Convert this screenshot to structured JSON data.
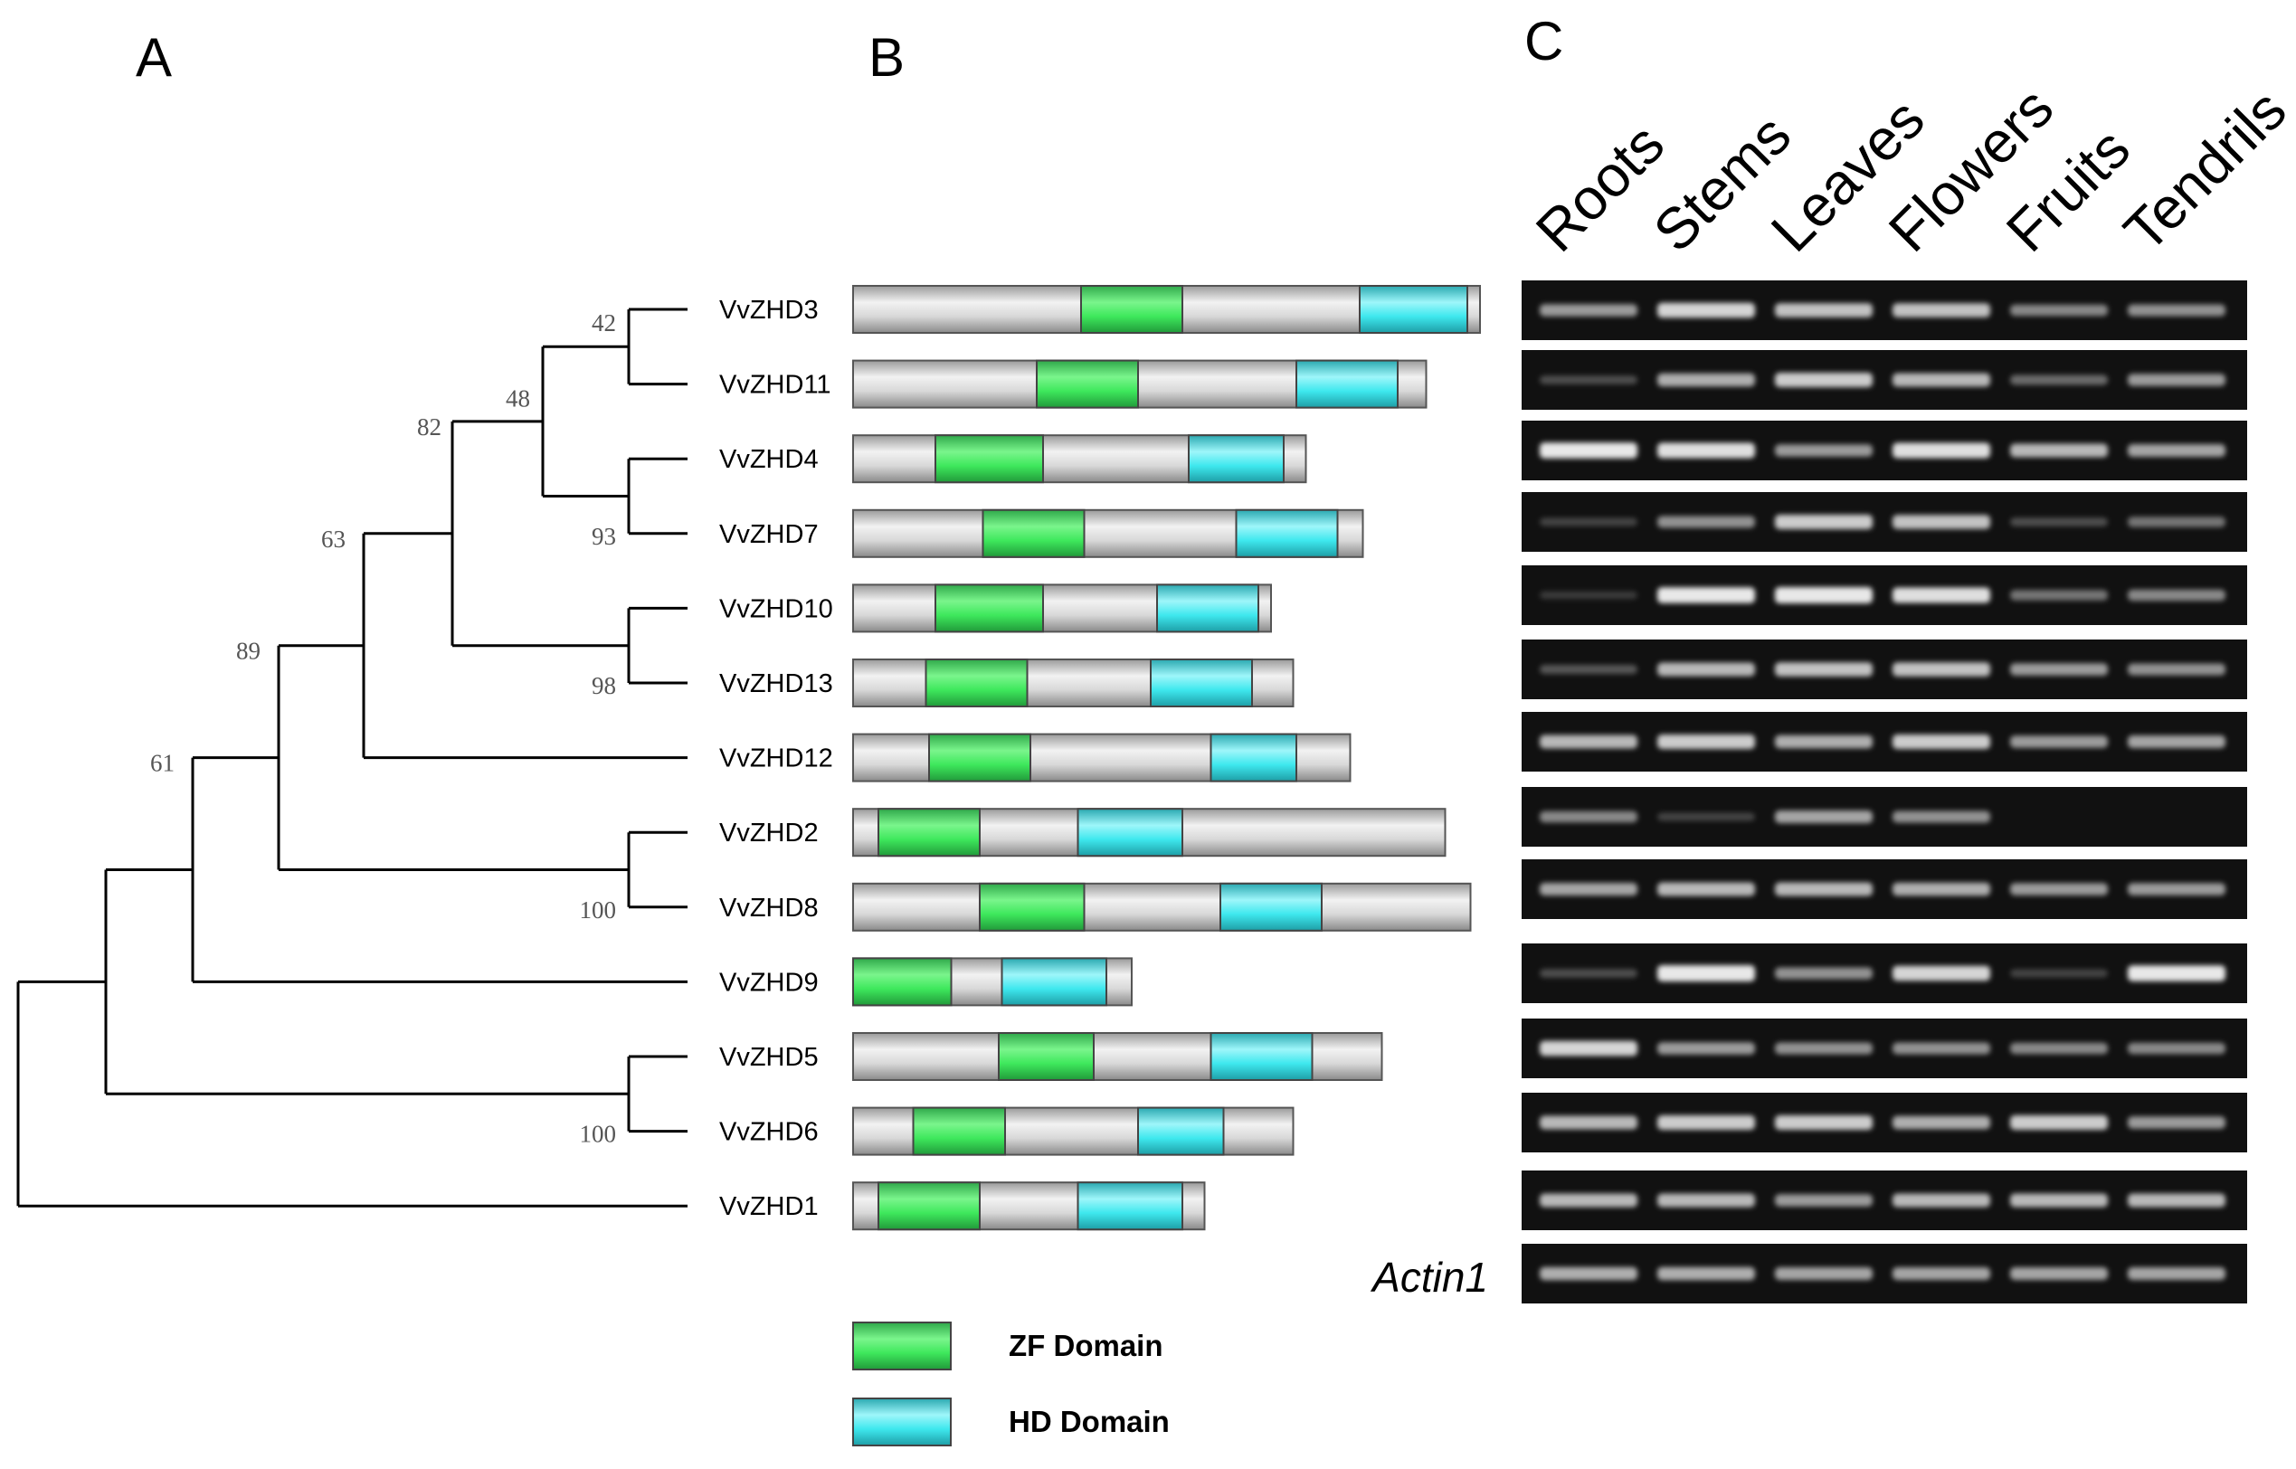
{
  "panels": {
    "a": "A",
    "b": "B",
    "c": "C"
  },
  "colors": {
    "zf": "#3ee85c",
    "hd": "#3ee8ee",
    "protein": "#c8c8c8",
    "gel": "#111111",
    "band": "#e8e8e8"
  },
  "tree": {
    "leaves": [
      "VvZHD3",
      "VvZHD11",
      "VvZHD4",
      "VvZHD7",
      "VvZHD10",
      "VvZHD13",
      "VvZHD12",
      "VvZHD2",
      "VvZHD8",
      "VvZHD9",
      "VvZHD5",
      "VvZHD6",
      "VvZHD1"
    ],
    "bootstrap": [
      {
        "label": "42",
        "node": "n42"
      },
      {
        "label": "48",
        "node": "n48"
      },
      {
        "label": "93",
        "node": "n93"
      },
      {
        "label": "82",
        "node": "n82"
      },
      {
        "label": "98",
        "node": "n98"
      },
      {
        "label": "63",
        "node": "n63"
      },
      {
        "label": "89",
        "node": "n89"
      },
      {
        "label": "100",
        "node": "n100a"
      },
      {
        "label": "61",
        "node": "n61"
      },
      {
        "label": "100",
        "node": "n100b"
      }
    ]
  },
  "domains": {
    "proteins": [
      {
        "name": "VvZHD3",
        "length": 0.99,
        "zf": [
          0.36,
          0.52
        ],
        "hd": [
          0.8,
          0.97
        ]
      },
      {
        "name": "VvZHD11",
        "length": 0.905,
        "zf": [
          0.29,
          0.45
        ],
        "hd": [
          0.7,
          0.86
        ]
      },
      {
        "name": "VvZHD4",
        "length": 0.715,
        "zf": [
          0.13,
          0.3
        ],
        "hd": [
          0.53,
          0.68
        ]
      },
      {
        "name": "VvZHD7",
        "length": 0.805,
        "zf": [
          0.205,
          0.365
        ],
        "hd": [
          0.605,
          0.765
        ]
      },
      {
        "name": "VvZHD10",
        "length": 0.66,
        "zf": [
          0.13,
          0.3
        ],
        "hd": [
          0.48,
          0.64
        ]
      },
      {
        "name": "VvZHD13",
        "length": 0.695,
        "zf": [
          0.115,
          0.275
        ],
        "hd": [
          0.47,
          0.63
        ]
      },
      {
        "name": "VvZHD12",
        "length": 0.785,
        "zf": [
          0.12,
          0.28
        ],
        "hd": [
          0.565,
          0.7
        ]
      },
      {
        "name": "VvZHD2",
        "length": 0.935,
        "zf": [
          0.04,
          0.2
        ],
        "hd": [
          0.355,
          0.52
        ]
      },
      {
        "name": "VvZHD8",
        "length": 0.975,
        "zf": [
          0.2,
          0.365
        ],
        "hd": [
          0.58,
          0.74
        ]
      },
      {
        "name": "VvZHD9",
        "length": 0.44,
        "zf": [
          0.0,
          0.155
        ],
        "hd": [
          0.235,
          0.4
        ]
      },
      {
        "name": "VvZHD5",
        "length": 0.835,
        "zf": [
          0.23,
          0.38
        ],
        "hd": [
          0.565,
          0.725
        ]
      },
      {
        "name": "VvZHD6",
        "length": 0.695,
        "zf": [
          0.095,
          0.24
        ],
        "hd": [
          0.45,
          0.585
        ]
      },
      {
        "name": "VvZHD1",
        "length": 0.555,
        "zf": [
          0.04,
          0.2
        ],
        "hd": [
          0.355,
          0.52
        ]
      }
    ],
    "legend": [
      {
        "key": "zf",
        "label": "ZF Domain"
      },
      {
        "key": "hd",
        "label": "HD Domain"
      }
    ]
  },
  "expression": {
    "tissues": [
      "Roots",
      "Stems",
      "Leaves",
      "Flowers",
      "Fruits",
      "Tendrils"
    ],
    "reference_label": "Actin1",
    "rows": [
      {
        "gene": "VvZHD3",
        "levels": [
          0.55,
          0.85,
          0.75,
          0.75,
          0.45,
          0.5
        ]
      },
      {
        "gene": "VvZHD11",
        "levels": [
          0.15,
          0.65,
          0.8,
          0.7,
          0.3,
          0.55
        ]
      },
      {
        "gene": "VvZHD4",
        "levels": [
          0.95,
          0.9,
          0.55,
          0.9,
          0.7,
          0.6
        ]
      },
      {
        "gene": "VvZHD7",
        "levels": [
          0.1,
          0.5,
          0.8,
          0.75,
          0.15,
          0.35
        ]
      },
      {
        "gene": "VvZHD10",
        "levels": [
          0.05,
          0.95,
          1.0,
          0.9,
          0.35,
          0.45
        ]
      },
      {
        "gene": "VvZHD13",
        "levels": [
          0.2,
          0.7,
          0.75,
          0.75,
          0.55,
          0.5
        ]
      },
      {
        "gene": "VvZHD12",
        "levels": [
          0.7,
          0.8,
          0.65,
          0.8,
          0.55,
          0.6
        ]
      },
      {
        "gene": "VvZHD2",
        "levels": [
          0.45,
          0.1,
          0.6,
          0.5,
          0.0,
          0.0
        ]
      },
      {
        "gene": "VvZHD8",
        "levels": [
          0.6,
          0.7,
          0.7,
          0.65,
          0.55,
          0.55
        ]
      },
      {
        "gene": "VvZHD9",
        "levels": [
          0.15,
          1.0,
          0.5,
          0.85,
          0.1,
          0.95
        ]
      },
      {
        "gene": "VvZHD5",
        "levels": [
          0.85,
          0.55,
          0.5,
          0.5,
          0.45,
          0.45
        ]
      },
      {
        "gene": "VvZHD6",
        "levels": [
          0.7,
          0.8,
          0.8,
          0.65,
          0.8,
          0.55
        ]
      },
      {
        "gene": "VvZHD1",
        "levels": [
          0.7,
          0.7,
          0.55,
          0.7,
          0.7,
          0.7
        ]
      },
      {
        "gene": "Actin1",
        "levels": [
          0.65,
          0.65,
          0.6,
          0.6,
          0.6,
          0.6
        ]
      }
    ]
  }
}
